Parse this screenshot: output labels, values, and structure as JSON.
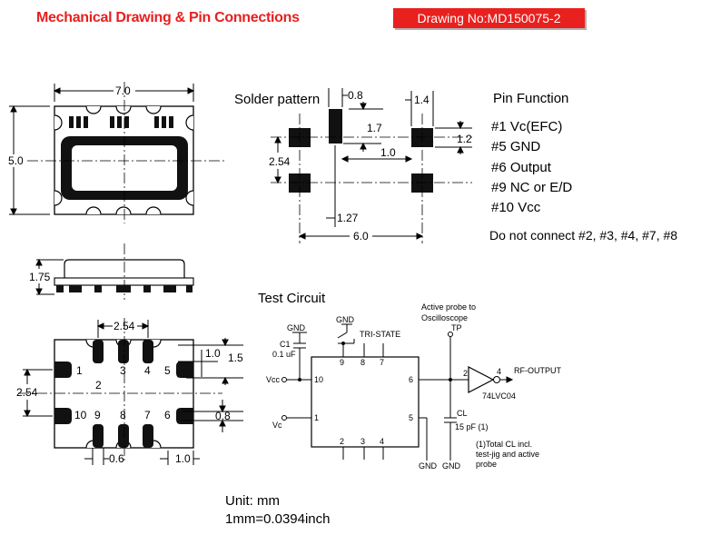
{
  "header": {
    "title": "Mechanical Drawing & Pin Connections",
    "drawing_no": "Drawing No:MD150075-2"
  },
  "top_view": {
    "width": "7.0",
    "height": "5.0"
  },
  "side_view": {
    "height": "1.75"
  },
  "bottom_view": {
    "pitch_x": "2.54",
    "pitch_y": "2.54",
    "pad_w": "1.0",
    "pad_h": "1.5",
    "pad_small": "0.8",
    "pad_w2": "0.6",
    "pad_w3": "1.0",
    "pins": [
      "1",
      "2",
      "3",
      "4",
      "5",
      "10",
      "9",
      "8",
      "7",
      "6"
    ]
  },
  "solder": {
    "title": "Solder pattern",
    "d08": "0.8",
    "d14": "1.4",
    "d17": "1.7",
    "d12": "1.2",
    "d10": "1.0",
    "d254": "2.54",
    "d127": "1.27",
    "d60": "6.0"
  },
  "pin_function": {
    "heading": "Pin Function",
    "items": [
      "#1 Vc(EFC)",
      "#5 GND",
      "#6 Output",
      "#9 NC or E/D",
      "#10 Vcc"
    ],
    "note": "Do not connect #2, #3, #4, #7, #8"
  },
  "test_circuit": {
    "title": "Test Circuit",
    "gnd": "GND",
    "tristate": "TRI-STATE",
    "c1": "C1",
    "c1_val": "0.1 uF",
    "vcc": "Vcc",
    "vc": "Vc",
    "probe": [
      "Active probe to",
      "Oscilloscope"
    ],
    "tp": "TP",
    "rf_out": "RF-OUTPUT",
    "buffer": "74LVC04",
    "cl": "CL",
    "cl_val": "15 pF (1)",
    "note": [
      "(1)Total CL incl.",
      "test-jig and active",
      "probe"
    ],
    "pins": [
      "9",
      "8",
      "7",
      "10",
      "6",
      "1",
      "5",
      "2",
      "3",
      "4"
    ],
    "buf_in": "2",
    "buf_out": "4"
  },
  "units": {
    "unit": "Unit: mm",
    "conv": "1mm=0.0394inch"
  }
}
